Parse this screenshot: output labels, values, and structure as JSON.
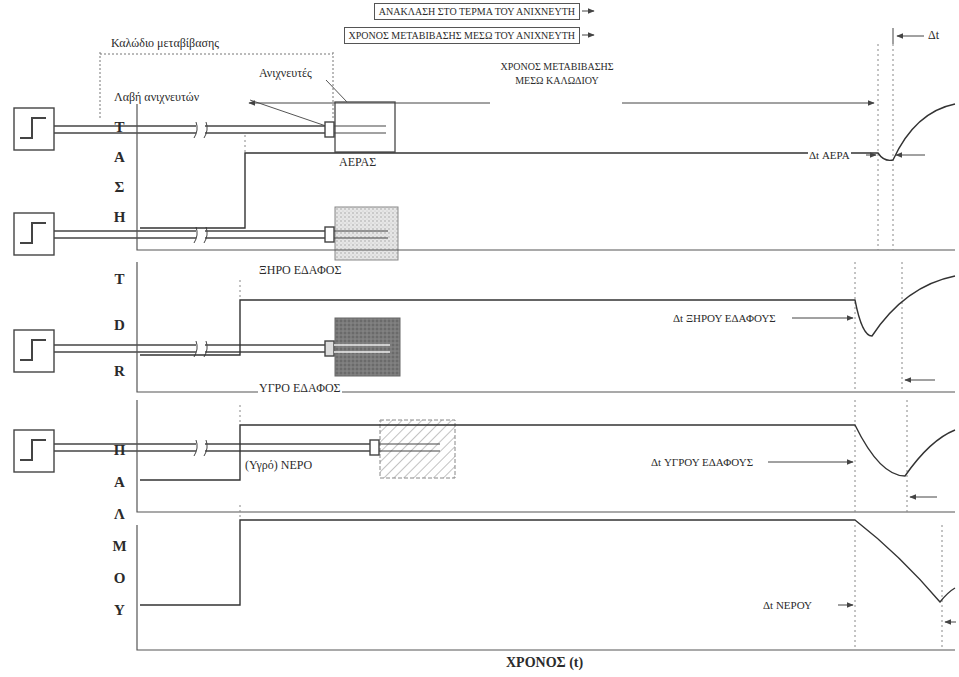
{
  "diagram": {
    "nodes": [
      {
        "text": [
          "ΑΝΑΚΛΑΣΗ ΣΤΟ ΤΕΡΜΑ ΤΟΥ ΑΝΙΧΝΕΥΤΗ"
        ]
      },
      {
        "text": [
          "ΧΡΟΝΟΣ ΜΕΤΑΒΙΒΑΣΗΣ ΜΕΣΩ ΤΟΥ ΑΝΙΧΝΕΥΤΗ"
        ]
      }
    ],
    "labels": [
      "Καλώδιο μεταβίβασης",
      "Ανιχνευτές",
      "Λαβή ανιχνευτών",
      "ΑΕΡΑΣ",
      "ΞΗΡΟ ΕΔΑΦΟΣ",
      "ΥΓΡΟ ΕΔΑΦΟΣ",
      "(Υγρό) ΝΕΡΟ",
      "Δt",
      "ΧΡΟΝΟΣ ΜΕΤΑΒΙΒΑΣΗΣ ΜΕΣΩ ΚΑΛΩΔΙΟΥ",
      "Δt ΑΕΡΑ",
      "Δt ΞΗΡΟΥ ΕΔΑΦΟΥΣ",
      "Δt ΥΓΡΟΥ ΕΔΑΦΟΥΣ",
      "Δt ΝΕΡΟΥ",
      "ΤΑΣΗ",
      "TDR",
      "ΠΑΛΜΟΥ",
      "ΧΡΟΝΟΣ (t)"
    ]
  }
}
